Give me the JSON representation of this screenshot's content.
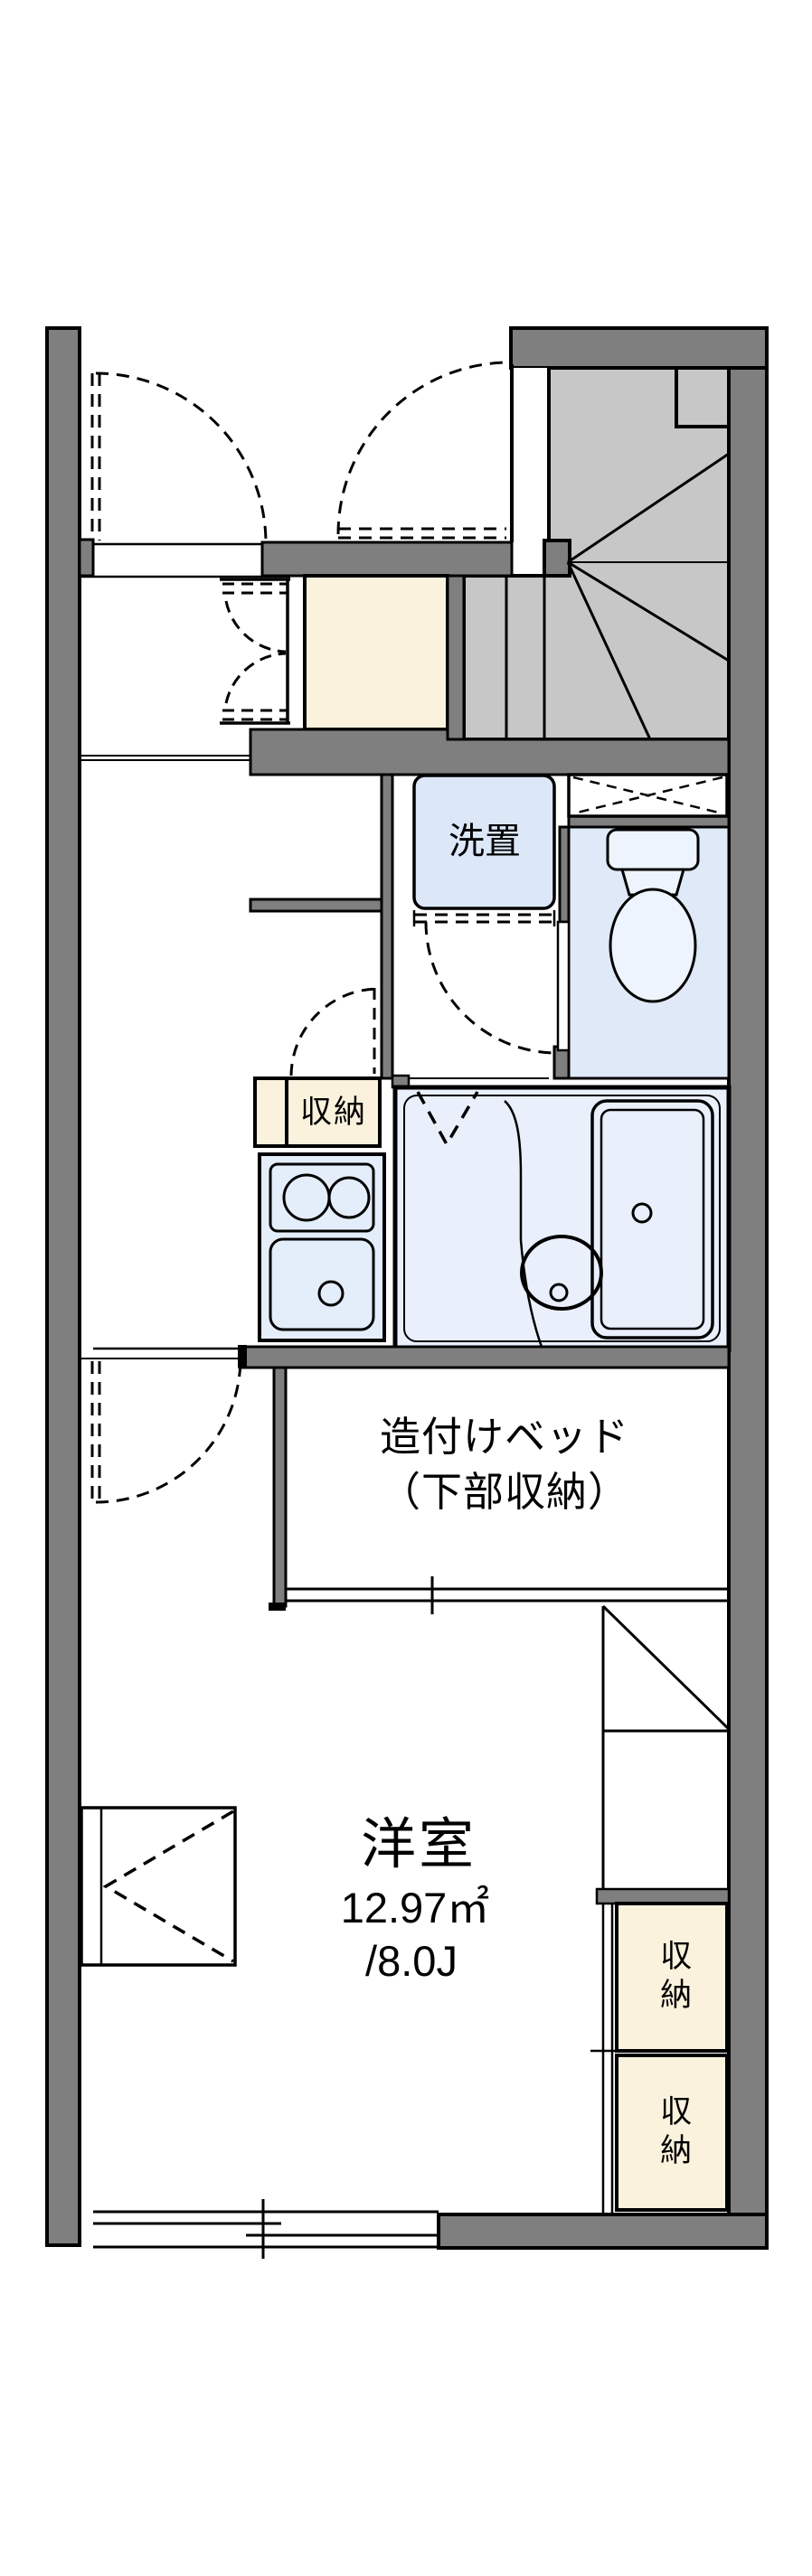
{
  "floorplan": {
    "labels": {
      "laundry": "洗置",
      "kitchen_storage": "収納",
      "bed_line1": "造付けベッド",
      "bed_line2": "（下部収納）",
      "room_name": "洋室",
      "room_area_sqm": "12.97㎡",
      "room_area_jo": "/8.0J",
      "closet_upper": "収納",
      "closet_lower": "収納"
    },
    "colors": {
      "wall": "#7f7f7f",
      "stairs": "#c7c7c7",
      "tatami_beige": "#fbf2dd",
      "fixture_blue": "#dce7f8",
      "toilet_blue": "#dfe9f8",
      "bath_blue": "#e9effb",
      "line": "#000000",
      "floor": "#ffffff"
    }
  }
}
